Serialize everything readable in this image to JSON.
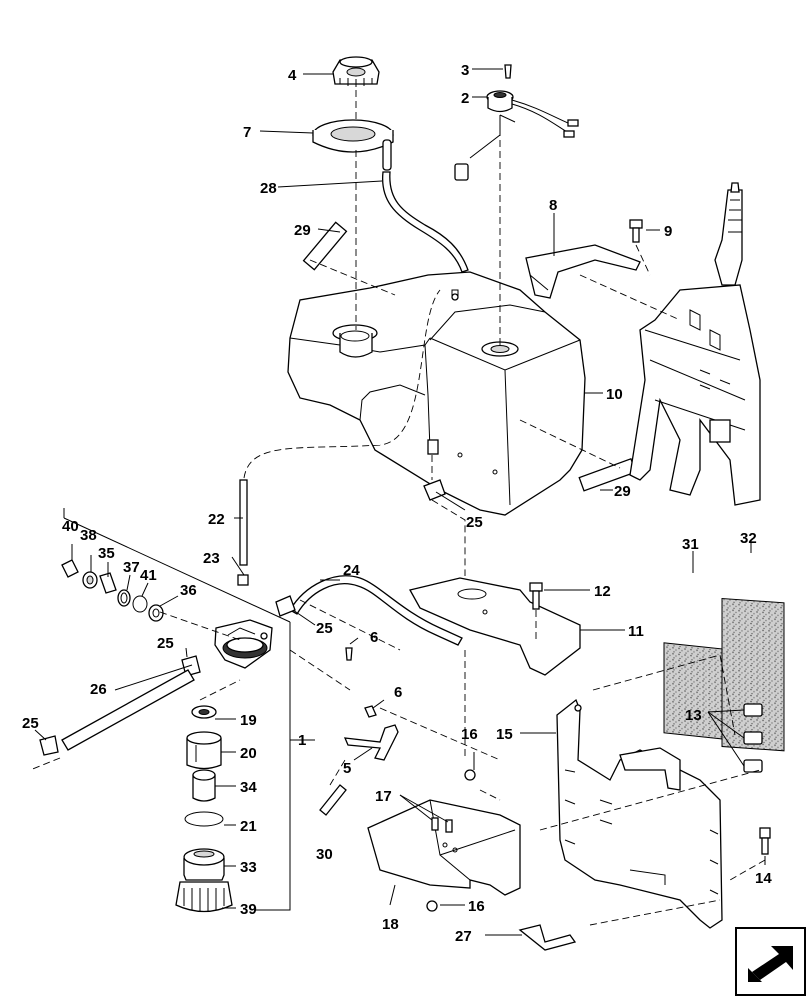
{
  "callouts": [
    {
      "id": "c1",
      "text": "1"
    },
    {
      "id": "c2",
      "text": "2"
    },
    {
      "id": "c3",
      "text": "3"
    },
    {
      "id": "c4",
      "text": "4"
    },
    {
      "id": "c5",
      "text": "5"
    },
    {
      "id": "c6a",
      "text": "6"
    },
    {
      "id": "c6b",
      "text": "6"
    },
    {
      "id": "c7",
      "text": "7"
    },
    {
      "id": "c8",
      "text": "8"
    },
    {
      "id": "c9",
      "text": "9"
    },
    {
      "id": "c10",
      "text": "10"
    },
    {
      "id": "c11",
      "text": "11"
    },
    {
      "id": "c12",
      "text": "12"
    },
    {
      "id": "c13",
      "text": "13"
    },
    {
      "id": "c14",
      "text": "14"
    },
    {
      "id": "c15",
      "text": "15"
    },
    {
      "id": "c16a",
      "text": "16"
    },
    {
      "id": "c16b",
      "text": "16"
    },
    {
      "id": "c17",
      "text": "17"
    },
    {
      "id": "c18",
      "text": "18"
    },
    {
      "id": "c19",
      "text": "19"
    },
    {
      "id": "c20",
      "text": "20"
    },
    {
      "id": "c21",
      "text": "21"
    },
    {
      "id": "c22",
      "text": "22"
    },
    {
      "id": "c23",
      "text": "23"
    },
    {
      "id": "c24",
      "text": "24"
    },
    {
      "id": "c25a",
      "text": "25"
    },
    {
      "id": "c25b",
      "text": "25"
    },
    {
      "id": "c25c",
      "text": "25"
    },
    {
      "id": "c25d",
      "text": "25"
    },
    {
      "id": "c26",
      "text": "26"
    },
    {
      "id": "c27",
      "text": "27"
    },
    {
      "id": "c28",
      "text": "28"
    },
    {
      "id": "c29a",
      "text": "29"
    },
    {
      "id": "c29b",
      "text": "29"
    },
    {
      "id": "c30",
      "text": "30"
    },
    {
      "id": "c31",
      "text": "31"
    },
    {
      "id": "c32",
      "text": "32"
    },
    {
      "id": "c33",
      "text": "33"
    },
    {
      "id": "c34",
      "text": "34"
    },
    {
      "id": "c35",
      "text": "35"
    },
    {
      "id": "c36",
      "text": "36"
    },
    {
      "id": "c37",
      "text": "37"
    },
    {
      "id": "c38",
      "text": "38"
    },
    {
      "id": "c39",
      "text": "39"
    },
    {
      "id": "c40",
      "text": "40"
    },
    {
      "id": "c41",
      "text": "41"
    }
  ],
  "nav": {
    "icon": "prev-page-arrow-icon"
  }
}
